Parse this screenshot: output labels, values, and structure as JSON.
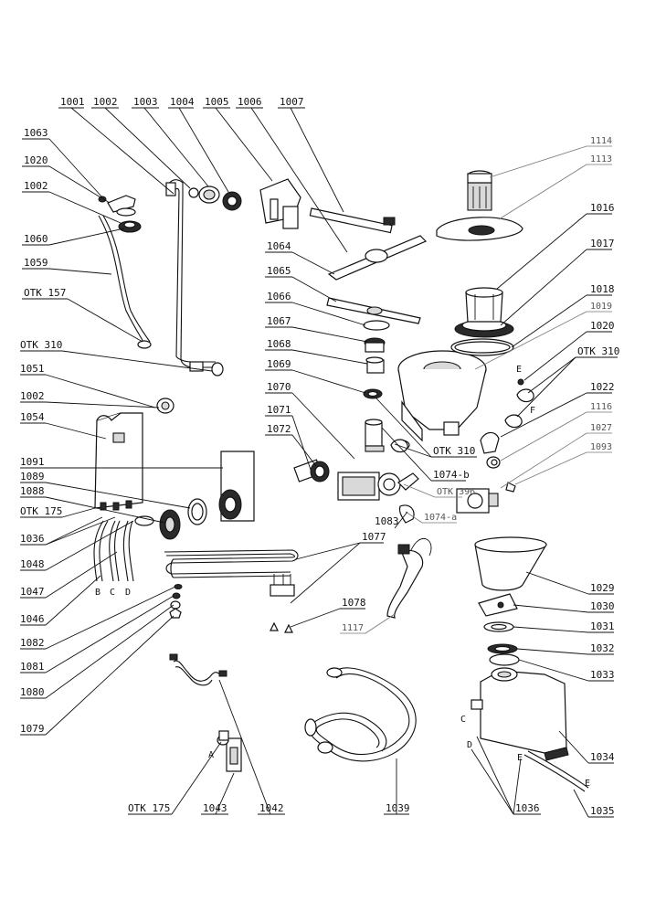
{
  "callouts": {
    "c1001": "1001",
    "c1002": "1002",
    "c1003": "1003",
    "c1004": "1004",
    "c1005": "1005",
    "c1006": "1006",
    "c1007": "1007",
    "c1063": "1063",
    "c1020a": "1020",
    "c1002b": "1002",
    "c1060": "1060",
    "c1059": "1059",
    "otk157": "OTK 157",
    "otk310a": "OTK 310",
    "c1051": "1051",
    "c1002c": "1002",
    "c1054": "1054",
    "c1091": "1091",
    "c1089": "1089",
    "c1088": "1088",
    "otk175a": "OTK 175",
    "c1036a": "1036",
    "c1048": "1048",
    "c1047": "1047",
    "c1046": "1046",
    "c1082": "1082",
    "c1081": "1081",
    "c1080": "1080",
    "c1079": "1079",
    "c1114": "1114",
    "c1113": "1113",
    "c1016": "1016",
    "c1017": "1017",
    "c1018": "1018",
    "c1019": "1019",
    "c1020b": "1020",
    "otk310b": "OTK 310",
    "c1022": "1022",
    "c1116": "1116",
    "c1027": "1027",
    "c1093": "1093",
    "c1064": "1064",
    "c1065": "1065",
    "c1066": "1066",
    "c1067": "1067",
    "c1068": "1068",
    "c1069": "1069",
    "c1070": "1070",
    "c1071": "1071",
    "c1072": "1072",
    "otk310c": "OTK 310",
    "c1074b": "1074-b",
    "otk396": "OTK 396",
    "c1074a": "1074-a",
    "c1083": "1083",
    "c1077": "1077",
    "c1078": "1078",
    "c1117": "1117",
    "c1029": "1029",
    "c1030": "1030",
    "c1031": "1031",
    "c1032": "1032",
    "c1033": "1033",
    "c1034": "1034",
    "c1035": "1035",
    "c1036b": "1036",
    "c1039": "1039",
    "c1042": "1042",
    "c1043": "1043",
    "otk175b": "OTK 175"
  },
  "letters": {
    "lB": "B",
    "lC": "C",
    "lD": "D",
    "lA": "A",
    "lE1": "E",
    "lF": "F",
    "lC2": "C",
    "lD2": "D",
    "lE2": "E",
    "lE3": "E"
  },
  "colors": {
    "line": "#111111",
    "faint": "#777777",
    "fill": "#ffffff",
    "dark": "#2a2a2a"
  }
}
